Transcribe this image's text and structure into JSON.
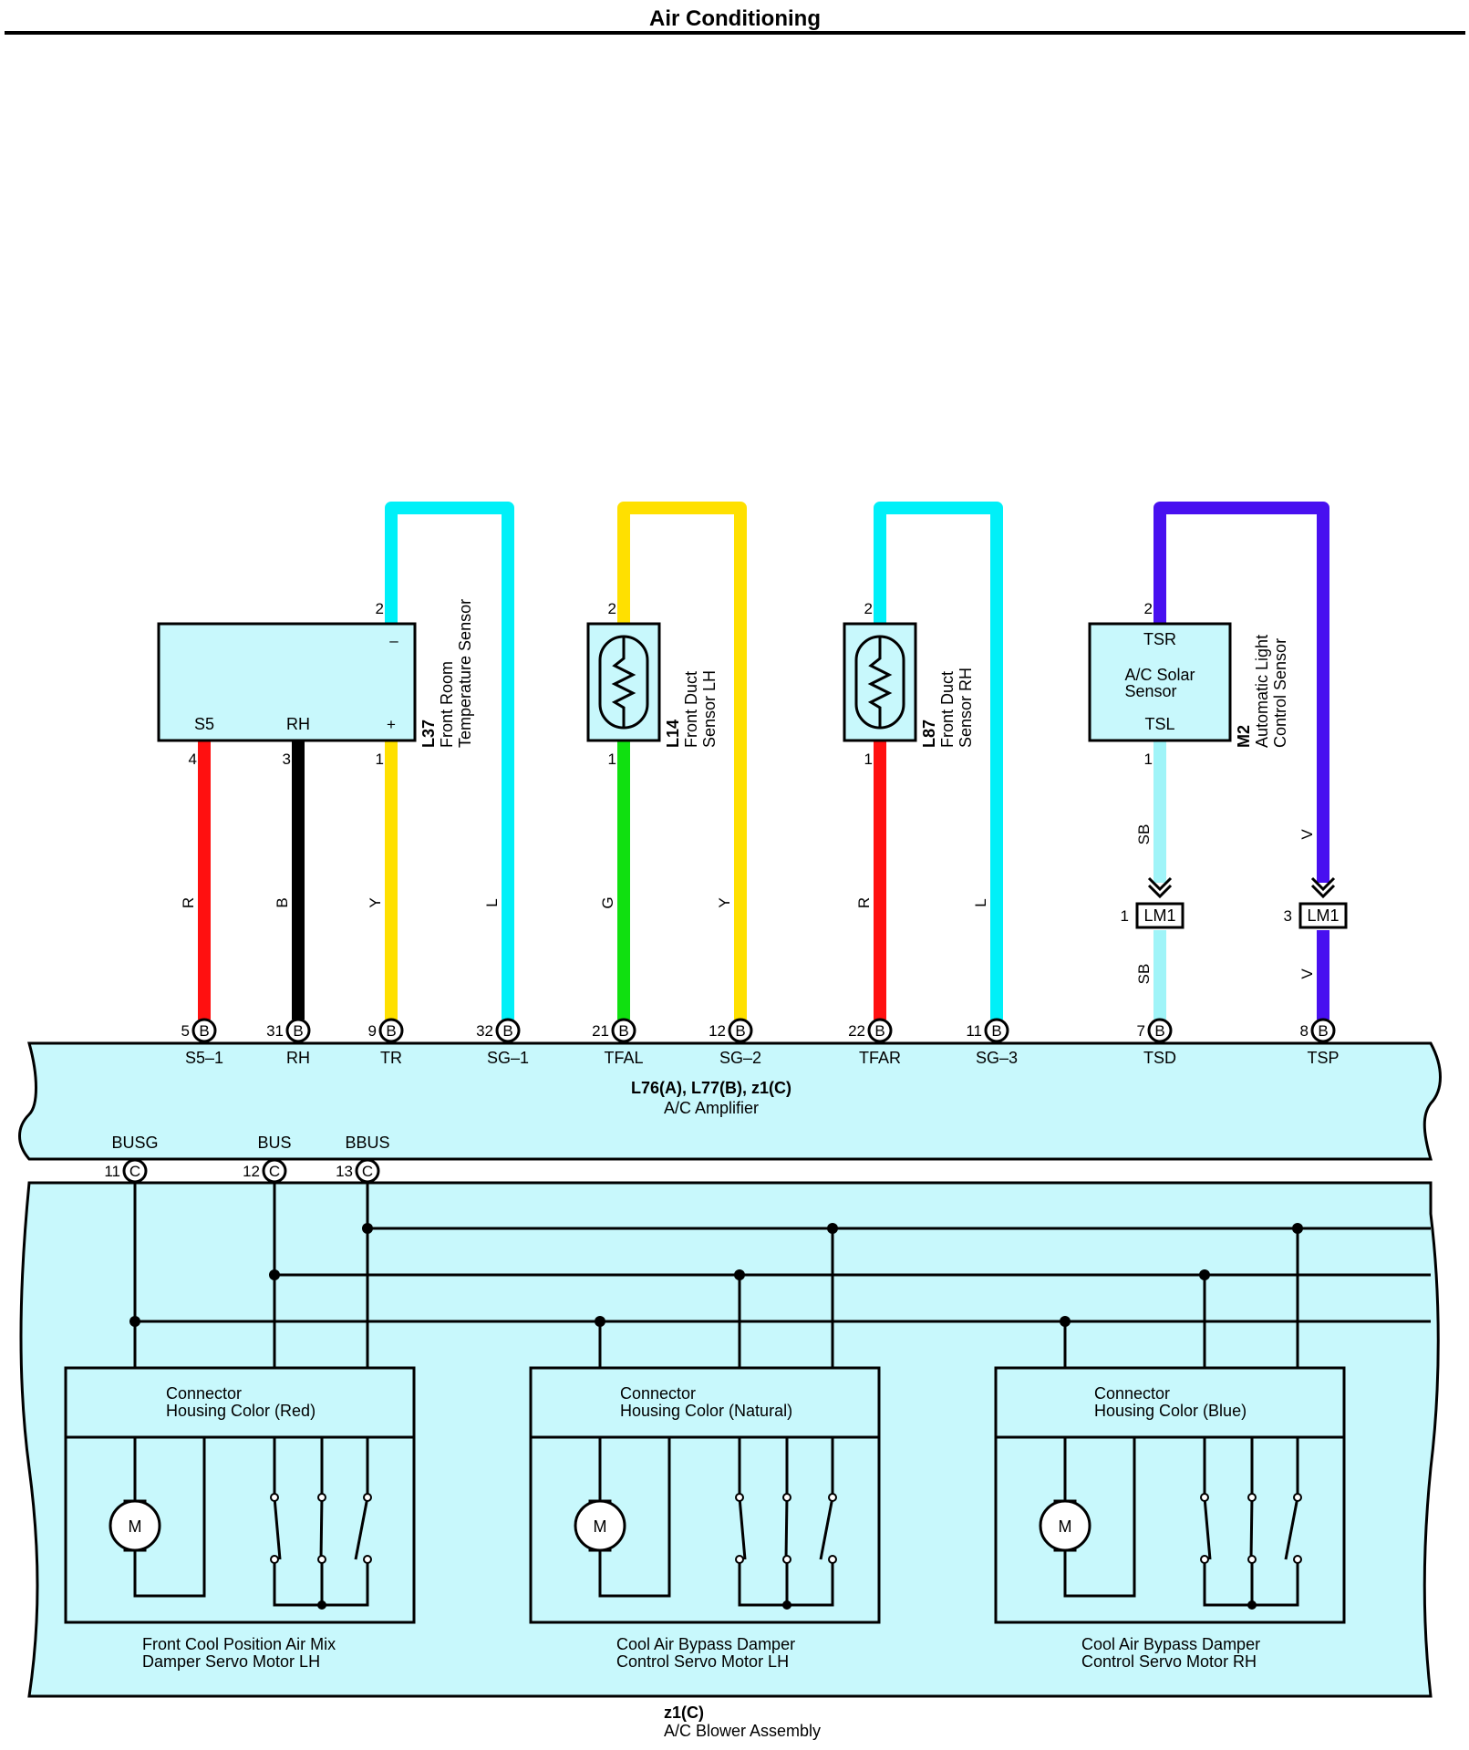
{
  "title": "Air Conditioning",
  "colors": {
    "R": "#ff1010",
    "B": "#000000",
    "Y": "#ffe000",
    "L": "#00f0f8",
    "G": "#10e010",
    "SB": "#a0f4f8",
    "V": "#4810f0",
    "panel_fill": "#c8f8fc"
  },
  "components": {
    "l37": {
      "code": "L37",
      "name_line1": "Front Room",
      "name_line2": "Temperature Sensor",
      "pin_s5": "S5",
      "pin_rh": "RH",
      "pin_plus": "+",
      "pin_minus": "–"
    },
    "l14": {
      "code": "L14",
      "name_line1": "Front Duct",
      "name_line2": "Sensor LH"
    },
    "l87": {
      "code": "L87",
      "name_line1": "Front Duct",
      "name_line2": "Sensor RH"
    },
    "m2": {
      "code": "M2",
      "name_line1": "Automatic Light",
      "name_line2": "Control Sensor",
      "inner_top": "TSR",
      "inner_mid1": "A/C Solar",
      "inner_mid2": "Sensor",
      "inner_bottom": "TSL"
    }
  },
  "sensor_pins": [
    "4",
    "3",
    "1",
    "2",
    "2",
    "1",
    "2",
    "1",
    "2",
    "1"
  ],
  "connector_lm1": {
    "label": "LM1",
    "pin_left": "1",
    "pin_right": "3"
  },
  "wire_colors": {
    "w1": "R",
    "w2": "B",
    "w3": "Y",
    "w4": "L",
    "w5": "G",
    "w6": "Y",
    "w7": "R",
    "w8": "L",
    "w9a": "SB",
    "w9b": "SB",
    "w10a": "V",
    "w10b": "V"
  },
  "amplifier": {
    "code": "L76(A), L77(B), z1(C)",
    "name": "A/C Amplifier",
    "terminals": [
      {
        "pin": "5",
        "conn": "B",
        "name": "S5–1"
      },
      {
        "pin": "31",
        "conn": "B",
        "name": "RH"
      },
      {
        "pin": "9",
        "conn": "B",
        "name": "TR"
      },
      {
        "pin": "32",
        "conn": "B",
        "name": "SG–1"
      },
      {
        "pin": "21",
        "conn": "B",
        "name": "TFAL"
      },
      {
        "pin": "12",
        "conn": "B",
        "name": "SG–2"
      },
      {
        "pin": "22",
        "conn": "B",
        "name": "TFAR"
      },
      {
        "pin": "11",
        "conn": "B",
        "name": "SG–3"
      },
      {
        "pin": "7",
        "conn": "B",
        "name": "TSD"
      },
      {
        "pin": "8",
        "conn": "B",
        "name": "TSP"
      }
    ],
    "bus_terminals": [
      {
        "pin": "11",
        "conn": "C",
        "name": "BUSG"
      },
      {
        "pin": "12",
        "conn": "C",
        "name": "BUS"
      },
      {
        "pin": "13",
        "conn": "C",
        "name": "BBUS"
      }
    ]
  },
  "blower": {
    "code": "z1(C)",
    "name": "A/C Blower Assembly",
    "motor_symbol": "M",
    "servos": [
      {
        "housing_line1": "Connector",
        "housing_line2": "Housing Color (Red)",
        "name_line1": "Front Cool Position Air Mix",
        "name_line2": "Damper Servo Motor LH"
      },
      {
        "housing_line1": "Connector",
        "housing_line2": "Housing Color (Natural)",
        "name_line1": "Cool Air Bypass Damper",
        "name_line2": "Control Servo Motor LH"
      },
      {
        "housing_line1": "Connector",
        "housing_line2": "Housing Color (Blue)",
        "name_line1": "Cool Air Bypass Damper",
        "name_line2": "Control Servo Motor RH"
      }
    ]
  }
}
